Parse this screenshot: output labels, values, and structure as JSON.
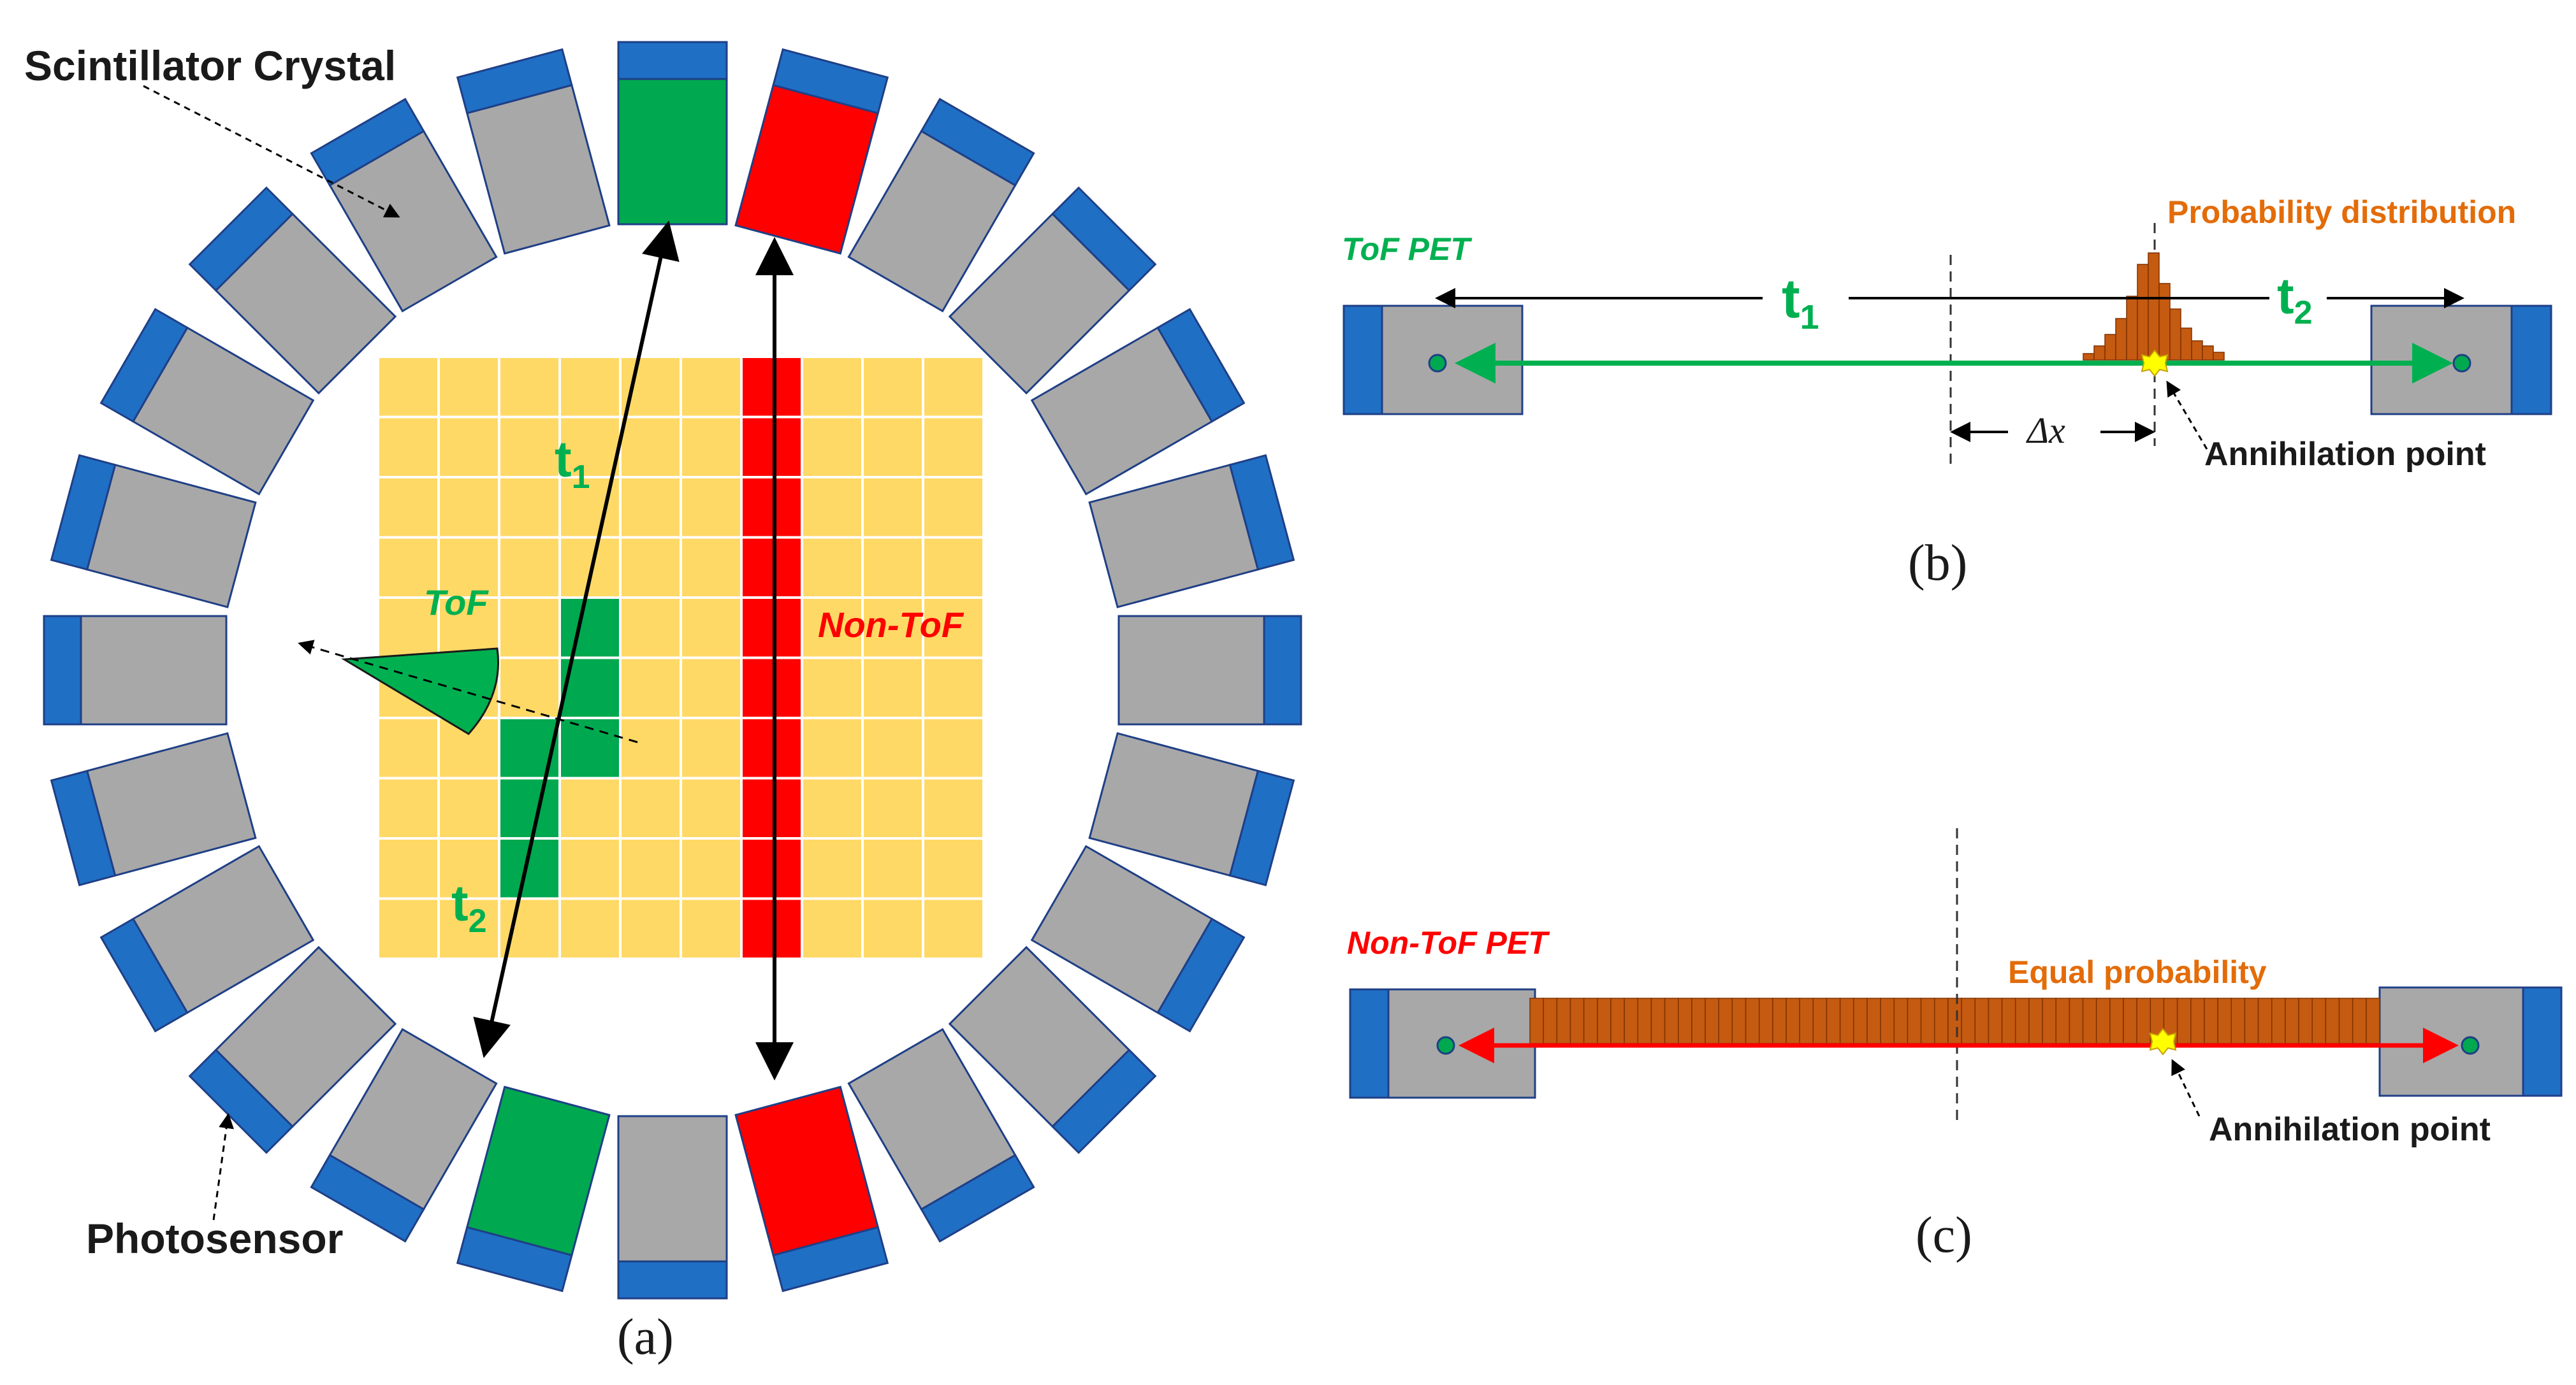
{
  "colors": {
    "detector_gray": "#a8a8a8",
    "photosensor_blue": "#1f6fc5",
    "outline_navy": "#1f3f86",
    "hit_green": "#00a84f",
    "hit_red": "#ff0000",
    "grid_yellow": "#ffd966",
    "tof_green": "#00b050",
    "nontof_red": "#ff0000",
    "probability_orange": "#e36c09",
    "bar_orange": "#c55a11",
    "point_yellow": "#ffff00"
  },
  "panel_a": {
    "caption": "(a)",
    "scintillator_label": "Scintillator Crystal",
    "photosensor_label": "Photosensor",
    "tof_label": "ToF",
    "nontof_label": "Non-ToF",
    "t1_label": "t",
    "t1_sub": "1",
    "t2_label": "t",
    "t2_sub": "2"
  },
  "panel_b": {
    "caption": "(b)",
    "title": "ToF PET",
    "distribution_label": "Probability distribution",
    "t1_label": "t",
    "t1_sub": "1",
    "t2_label": "t",
    "t2_sub": "2",
    "delta_label": "Δx",
    "annihilation_label": "Annihilation point"
  },
  "panel_c": {
    "caption": "(c)",
    "title": "Non-ToF PET",
    "equal_label": "Equal probability",
    "annihilation_label": "Annihilation point"
  }
}
